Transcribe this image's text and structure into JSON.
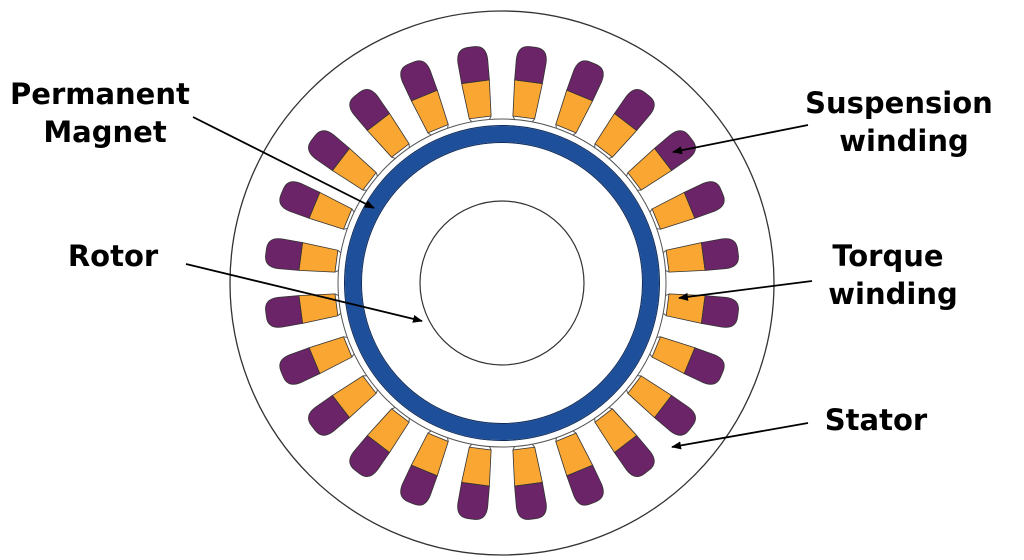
{
  "labels": {
    "permanent_magnet": [
      "Permanent",
      "Magnet"
    ],
    "rotor": "Rotor",
    "suspension_winding": [
      "Suspension",
      "winding"
    ],
    "torque_winding": [
      "Torque",
      "winding"
    ],
    "stator": "Stator"
  },
  "motor": {
    "slot_count": 24,
    "colors": {
      "suspension_winding": "#6B2468",
      "torque_winding": "#F9A633",
      "permanent_magnet": "#1E4F9A",
      "outline": "#333333"
    }
  }
}
